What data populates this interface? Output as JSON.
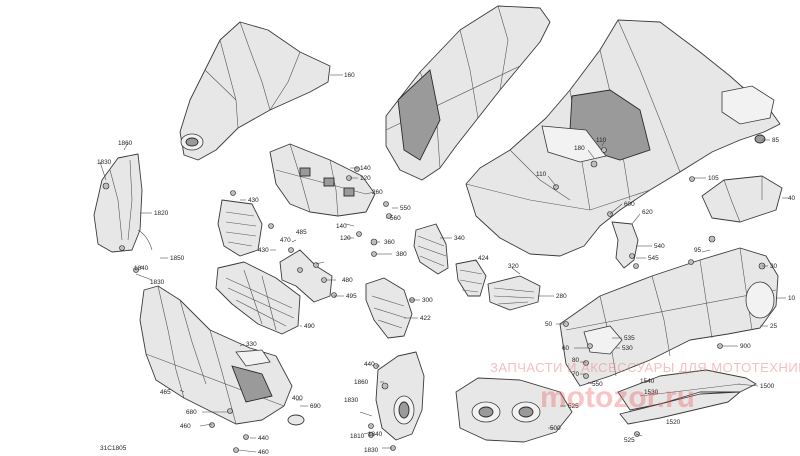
{
  "diagram": {
    "code": "31C1805",
    "watermark_text": "ЗАПЧАСТИ И АКСЕССУАРЫ ДЛЯ МОТОТЕХНИКИ",
    "watermark_logo": "motozor.ru",
    "labels": [
      "160",
      "1860",
      "1830",
      "1820",
      "1850",
      "1840",
      "1830",
      "140",
      "120",
      "260",
      "430",
      "550",
      "560",
      "140",
      "120",
      "360",
      "380",
      "340",
      "300",
      "430",
      "470",
      "485",
      "480",
      "495",
      "490",
      "422",
      "424",
      "320",
      "280",
      "330",
      "465",
      "400",
      "690",
      "680",
      "460",
      "440",
      "460",
      "440",
      "1860",
      "1830",
      "1810",
      "1840",
      "1830",
      "525",
      "500",
      "1540",
      "1530",
      "1520",
      "1500",
      "525",
      "110",
      "180",
      "110",
      "85",
      "105",
      "40",
      "600",
      "620",
      "540",
      "545",
      "95",
      "30",
      "10",
      "25",
      "50",
      "60",
      "535",
      "530",
      "900",
      "80",
      "70",
      "550"
    ]
  }
}
